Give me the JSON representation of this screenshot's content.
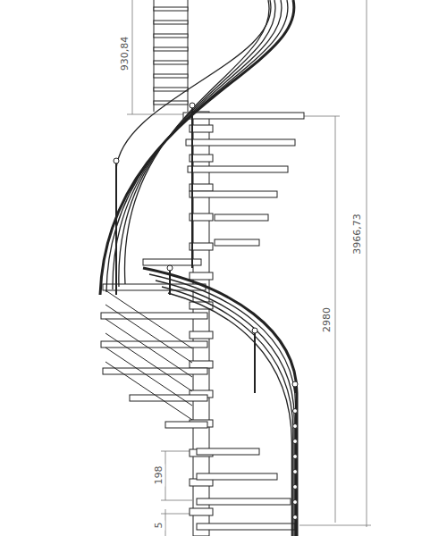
{
  "diagram": {
    "labels": [
      "930,84",
      "3966,73",
      "2980",
      "198",
      "5"
    ]
  }
}
